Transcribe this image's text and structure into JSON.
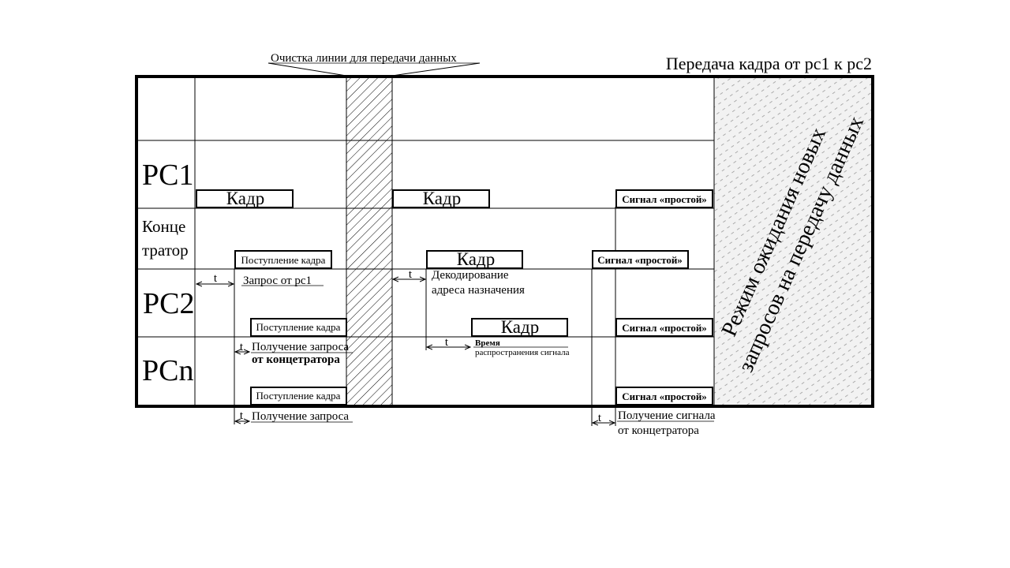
{
  "title": "Передача кадра от pc1 к pc2",
  "clear_line_label": "Очистка линии для передачи данных",
  "lanes": [
    "PC1",
    "Конце",
    "тратор",
    "PC2",
    "PCn"
  ],
  "boxes": {
    "pc1_frame_1": "Кадр",
    "pc1_frame_2": "Кадр",
    "pc1_idle": "Сигнал «простой»",
    "hub_arrival": "Поступление кадра",
    "hub_frame": "Кадр",
    "hub_idle": "Сигнал «простой»",
    "pc2_arrival": "Поступление кадра",
    "pc2_frame": "Кадр",
    "pc2_idle": "Сигнал «простой»",
    "pcn_arrival": "Поступление кадра",
    "pcn_idle": "Сигнал «простой»"
  },
  "notes": {
    "t": "t",
    "request_from_pc1": "Запрос от pc1",
    "decode_line1": "Декодирование",
    "decode_line2": "адреса назначения",
    "receive_request_line1": "Получение запроса",
    "receive_request_line2": "от концетратора",
    "propagation_line1": "Время",
    "propagation_line2": "распространения сигнала",
    "receive_request": "Получение запроса",
    "receive_signal_line1": "Получение сигнала",
    "receive_signal_line2": "от концетратора"
  },
  "waiting_mode_line1": "Режим ожидания новых",
  "waiting_mode_line2": "запросов на передачу данных"
}
